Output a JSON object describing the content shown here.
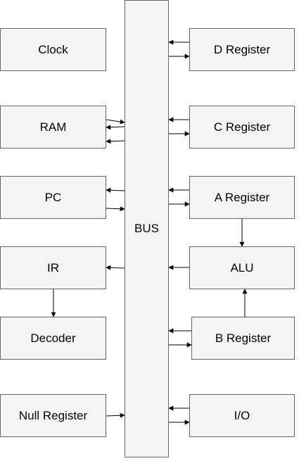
{
  "bus": {
    "label": "BUS"
  },
  "left": {
    "clock": "Clock",
    "ram": "RAM",
    "pc": "PC",
    "ir": "IR",
    "decoder": "Decoder",
    "null_register": "Null Register"
  },
  "right": {
    "d_register": "D Register",
    "c_register": "C Register",
    "a_register": "A Register",
    "alu": "ALU",
    "b_register": "B Register",
    "io": "I/O"
  }
}
